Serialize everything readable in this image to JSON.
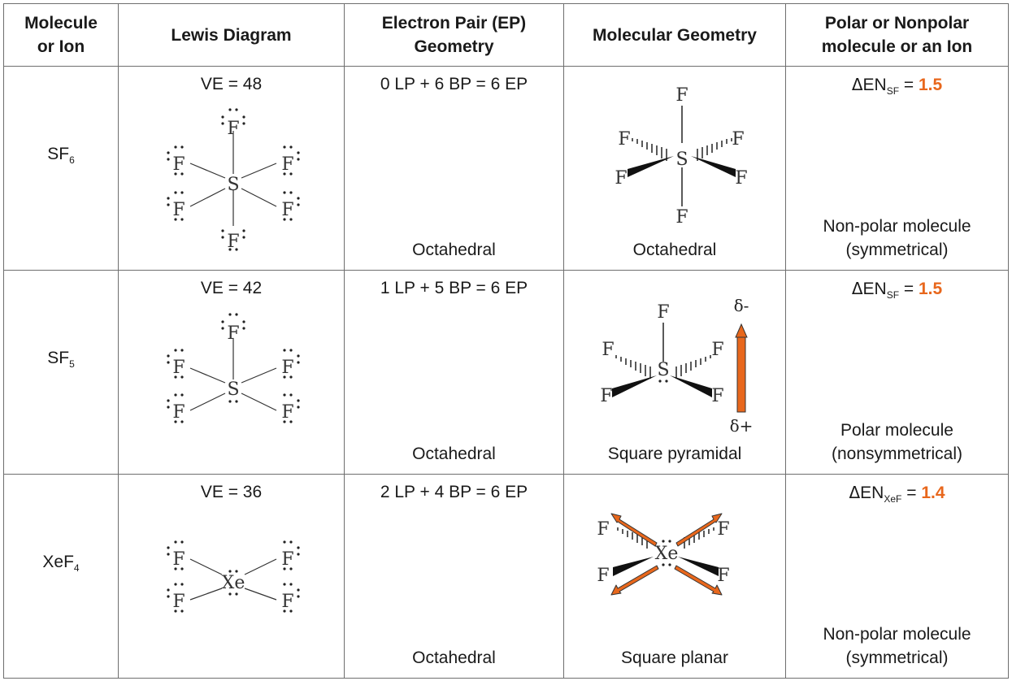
{
  "headers": {
    "molecule": "Molecule or Ion",
    "lewis": "Lewis Diagram",
    "ep": "Electron Pair (EP) Geometry",
    "mg": "Molecular Geometry",
    "polar": "Polar or Nonpolar molecule or an Ion"
  },
  "rows": [
    {
      "formula": "SF",
      "sub": "6",
      "ve": "VE = 48",
      "ep_count": "0 LP + 6 BP = 6 EP",
      "ep_geom": "Octahedral",
      "mol_geom": "Octahedral",
      "en_label": "EN",
      "en_sub": "SF",
      "en_eq": " = ",
      "en_val": "1.5",
      "polar_line1": "Non-polar molecule",
      "polar_line2": "(symmetrical)",
      "atoms": {
        "center": "S",
        "ligand": "F"
      }
    },
    {
      "formula": "SF",
      "sub": "5",
      "ve": "VE = 42",
      "ep_count": "1 LP + 5 BP = 6 EP",
      "ep_geom": "Octahedral",
      "mol_geom": "Square pyramidal",
      "en_label": "EN",
      "en_sub": "SF",
      "en_eq": " = ",
      "en_val": "1.5",
      "polar_line1": "Polar molecule",
      "polar_line2": "(nonsymmetrical)",
      "atoms": {
        "center": "S",
        "ligand": "F"
      },
      "dipole": {
        "top": "δ-",
        "bottom": "δ+"
      }
    },
    {
      "formula": "XeF",
      "sub": "4",
      "ve": "VE = 36",
      "ep_count": "2 LP + 4 BP = 6 EP",
      "ep_geom": "Octahedral",
      "mol_geom": "Square planar",
      "en_label": "EN",
      "en_sub": "XeF",
      "en_eq": " = ",
      "en_val": "1.4",
      "polar_line1": "Non-polar molecule",
      "polar_line2": "(symmetrical)",
      "atoms": {
        "center": "Xe",
        "ligand": "F"
      }
    }
  ],
  "symbols": {
    "delta": "Δ"
  },
  "colors": {
    "accent": "#e8671c",
    "border": "#6e6e6e",
    "text": "#1a1a1a"
  }
}
